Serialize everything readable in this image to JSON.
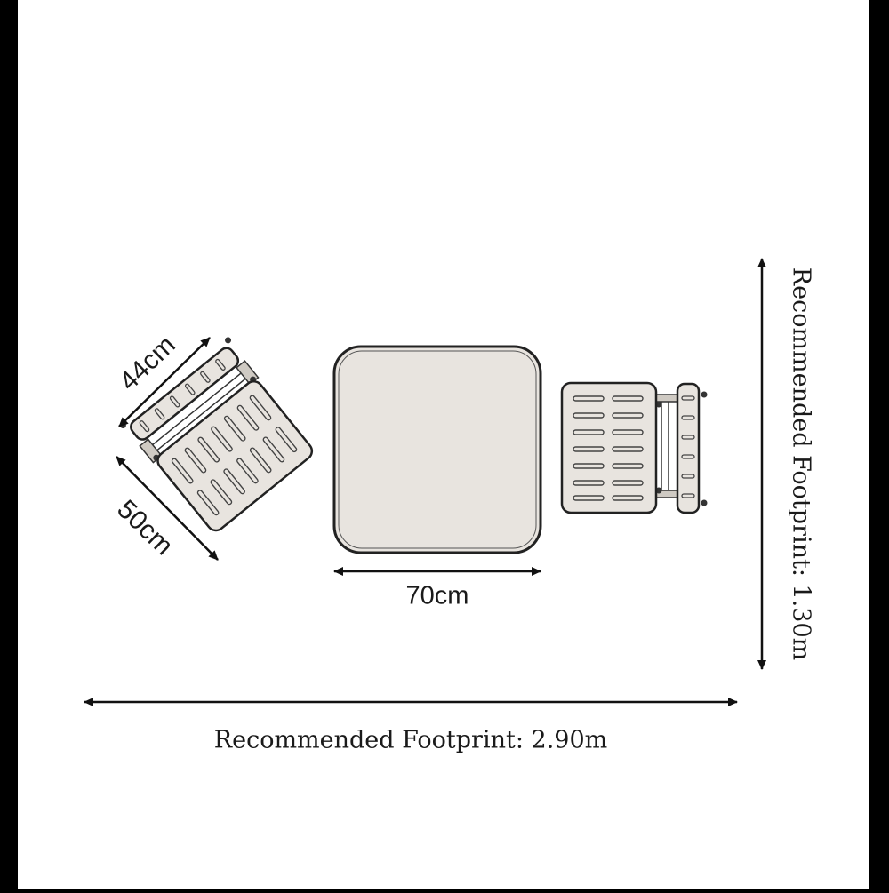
{
  "colors": {
    "background": "#ffffff",
    "border": "#000000",
    "furniture_fill": "#e8e4df",
    "stroke": "#2a2a2a"
  },
  "diagram": {
    "chair_width_label": "44cm",
    "chair_depth_label": "50cm",
    "table_width_label": "70cm",
    "footprint_width_label": "Recommended Footprint: 2.90m",
    "footprint_depth_label": "Recommended Footprint: 1.30m"
  }
}
